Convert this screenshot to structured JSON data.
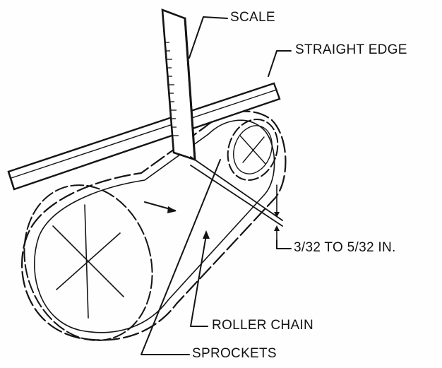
{
  "labels": {
    "scale": "SCALE",
    "straight_edge": "STRAIGHT EDGE",
    "deflection": "3/32 TO 5/32 IN.",
    "roller_chain": "ROLLER CHAIN",
    "sprockets": "SPROCKETS"
  },
  "colors": {
    "ink": "#141414",
    "paper": "#fefefe"
  }
}
